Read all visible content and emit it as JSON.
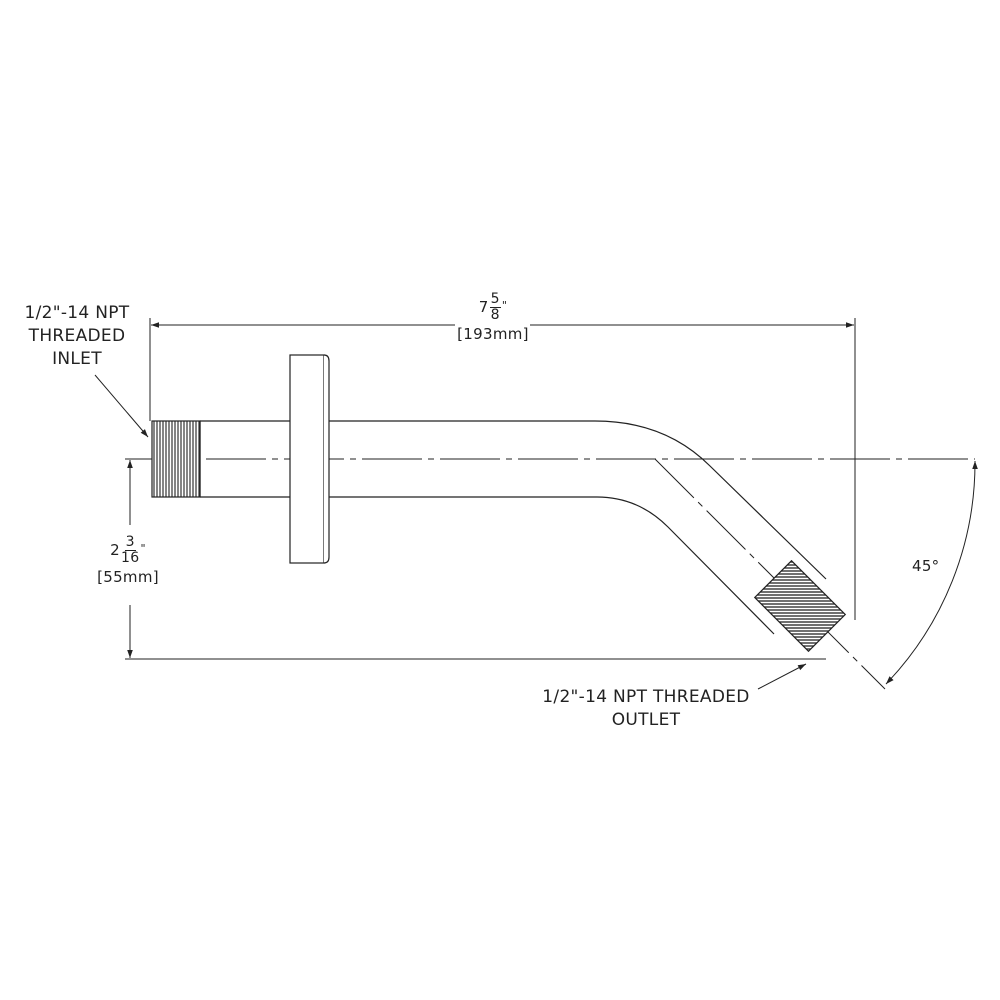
{
  "drawing": {
    "subject": "Shower arm with flange",
    "line_color": "#222222",
    "background": "#ffffff"
  },
  "labels": {
    "inlet": {
      "line1": "1/2\"-14 NPT",
      "line2": "THREADED",
      "line3": "INLET"
    },
    "outlet": {
      "line1": "1/2\"-14 NPT THREADED",
      "line2": "OUTLET"
    }
  },
  "dimensions": {
    "length": {
      "whole": "7",
      "numerator": "5",
      "denominator": "8",
      "unit": "\"",
      "metric": "[193mm]"
    },
    "drop": {
      "whole": "2",
      "numerator": "3",
      "denominator": "16",
      "unit": "\"",
      "metric": "[55mm]"
    },
    "angle": {
      "value": "45°"
    }
  }
}
